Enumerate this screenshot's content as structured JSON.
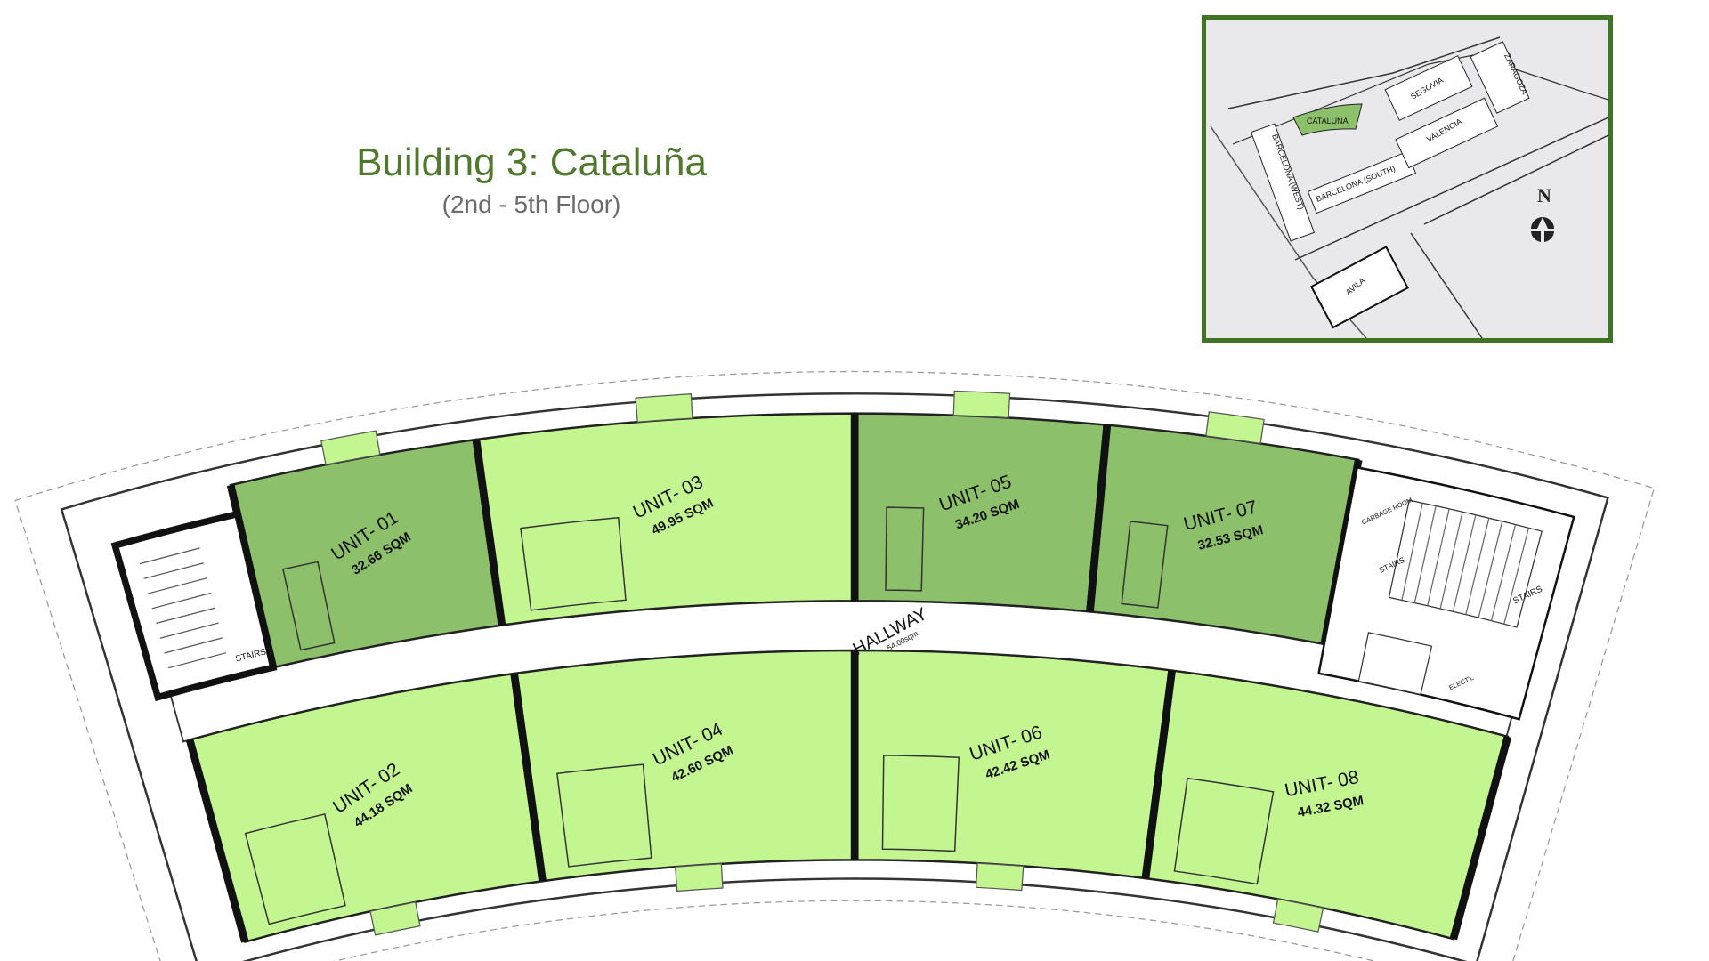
{
  "header": {
    "title": "Building 3: Cataluña",
    "subtitle": "(2nd - 5th Floor)"
  },
  "colors": {
    "dark_unit": "#8cc06a",
    "light_unit": "#c3f590",
    "frame": "#3f7422",
    "title": "#4f7a2e"
  },
  "floorplan": {
    "hallway": {
      "label": "HALLWAY",
      "area": "54.00sqm"
    },
    "units": [
      {
        "label": "UNIT- 01",
        "area": "32.66 SQM",
        "shade": "dark",
        "row": "top"
      },
      {
        "label": "UNIT- 03",
        "area": "49.95 SQM",
        "shade": "light",
        "row": "top"
      },
      {
        "label": "UNIT- 05",
        "area": "34.20 SQM",
        "shade": "dark",
        "row": "top"
      },
      {
        "label": "UNIT- 07",
        "area": "32.53 SQM",
        "shade": "dark",
        "row": "top"
      },
      {
        "label": "UNIT- 02",
        "area": "44.18 SQM",
        "shade": "light",
        "row": "bottom"
      },
      {
        "label": "UNIT- 04",
        "area": "42.60 SQM",
        "shade": "light",
        "row": "bottom"
      },
      {
        "label": "UNIT- 06",
        "area": "42.42 SQM",
        "shade": "light",
        "row": "bottom"
      },
      {
        "label": "UNIT- 08",
        "area": "44.32 SQM",
        "shade": "light",
        "row": "bottom"
      }
    ],
    "service_labels": {
      "stairs_left": "STAIRS",
      "stairs_right_1": "STAIRS",
      "stairs_right_2": "STAIRS",
      "garbage": "GARBAGE ROOM",
      "electrical": "ELECT'L"
    }
  },
  "keyplan": {
    "buildings": {
      "cataluna": "CATALUNA",
      "segovia": "SEGOVIA",
      "valencia": "VALENCIA",
      "zaragoza": "ZARAGOZA",
      "barcelona_west": "BARCELONA (WEST)",
      "barcelona_south": "BARCELONA (SOUTH)",
      "avila": "AVILA"
    },
    "north": "N"
  }
}
